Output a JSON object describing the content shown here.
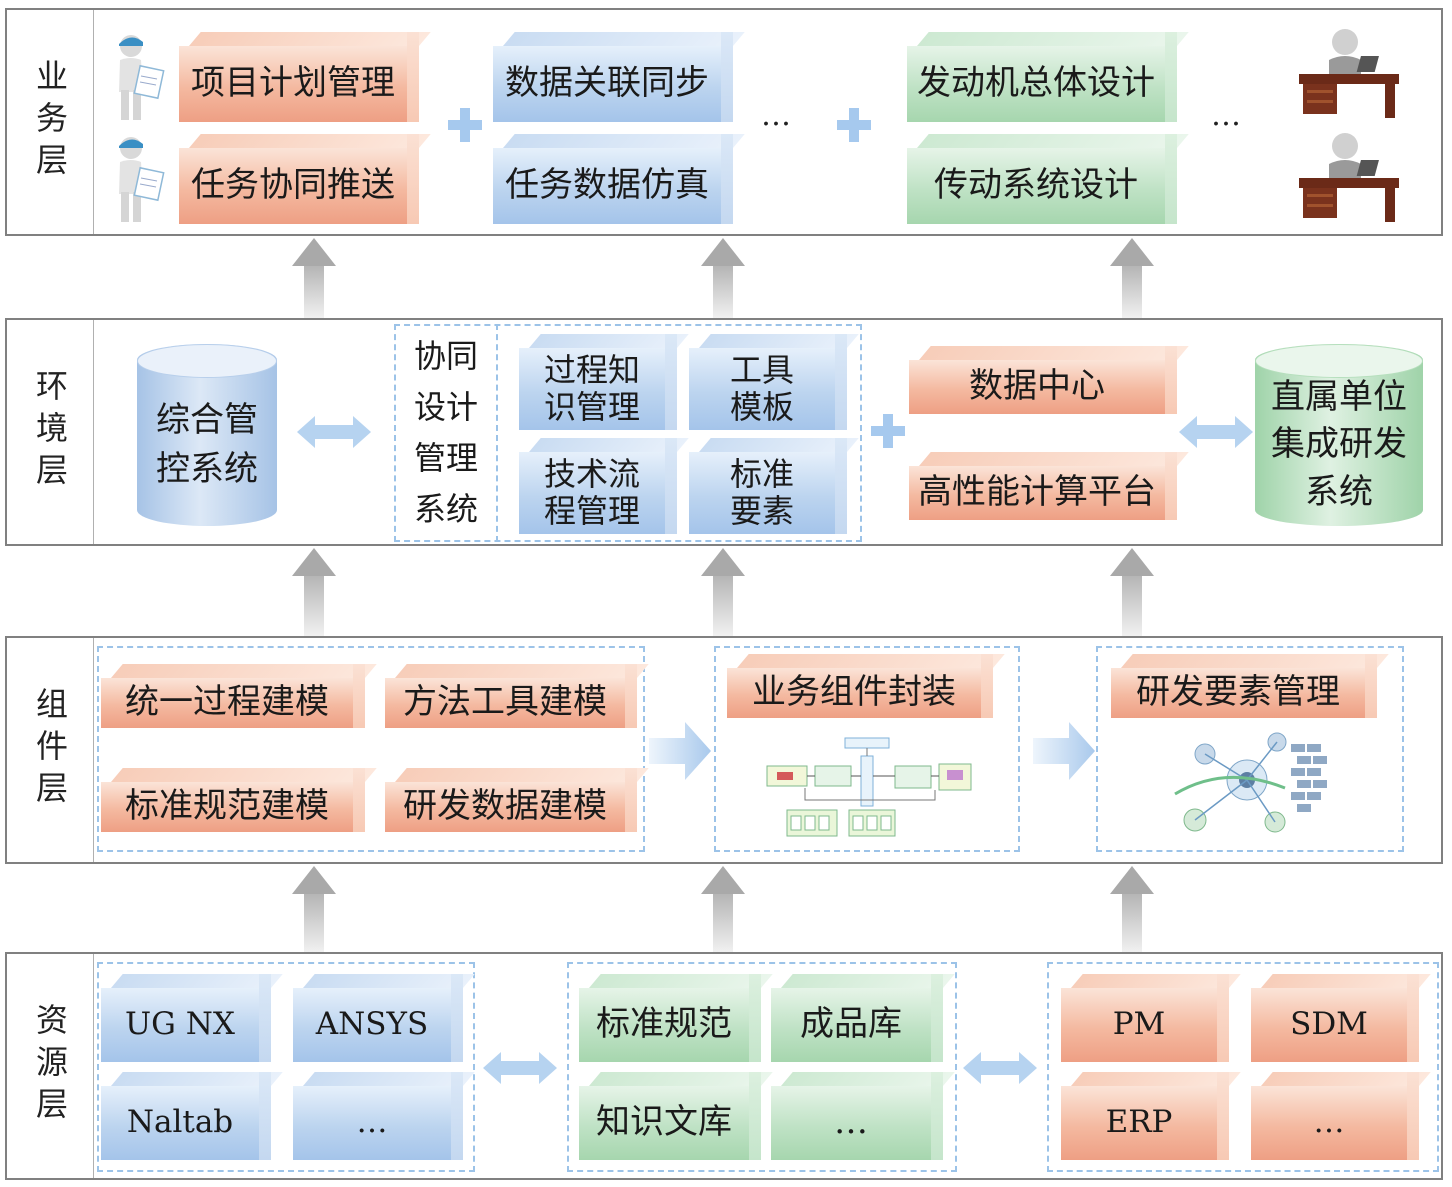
{
  "layers": {
    "business": {
      "label": "业务层",
      "items": [
        "项目计划管理",
        "任务协同推送",
        "数据关联同步",
        "任务数据仿真",
        "发动机总体设计",
        "传动系统设计"
      ],
      "ellipsis": [
        "…",
        "…"
      ]
    },
    "environment": {
      "label": "环境层",
      "mgmt_system": "综合管控系统",
      "collab_system": "协同设计管理系统",
      "collab_items": [
        "过程知识管理",
        "工具模板",
        "技术流程管理",
        "标准要素"
      ],
      "data_items": [
        "数据中心",
        "高性能计算平台"
      ],
      "unit_system": "直属单位集成研发系统"
    },
    "component": {
      "label": "组件层",
      "modeling_items": [
        "统一过程建模",
        "方法工具建模",
        "标准规范建模",
        "研发数据建模"
      ],
      "encapsulation": "业务组件封装",
      "element_mgmt": "研发要素管理"
    },
    "resource": {
      "label": "资源层",
      "tools": [
        "UG NX",
        "ANSYS",
        "Naltab",
        "…"
      ],
      "libraries": [
        "标准规范",
        "成品库",
        "知识文库",
        "…"
      ],
      "systems": [
        "PM",
        "SDM",
        "ERP",
        "…"
      ]
    }
  },
  "colors": {
    "orange": "#f4b9a0",
    "blue": "#bcd4ef",
    "green": "#bfe2c5",
    "dashed_border": "#9cc3e8",
    "arrow_gray": "#a9a9a9",
    "frame_border": "#808080"
  },
  "icons": [
    "person-clipboard-icon",
    "person-clipboard-icon",
    "person-desk-icon",
    "person-desk-icon",
    "plus-icon",
    "double-arrow-icon",
    "right-arrow-icon",
    "up-arrow-icon"
  ]
}
